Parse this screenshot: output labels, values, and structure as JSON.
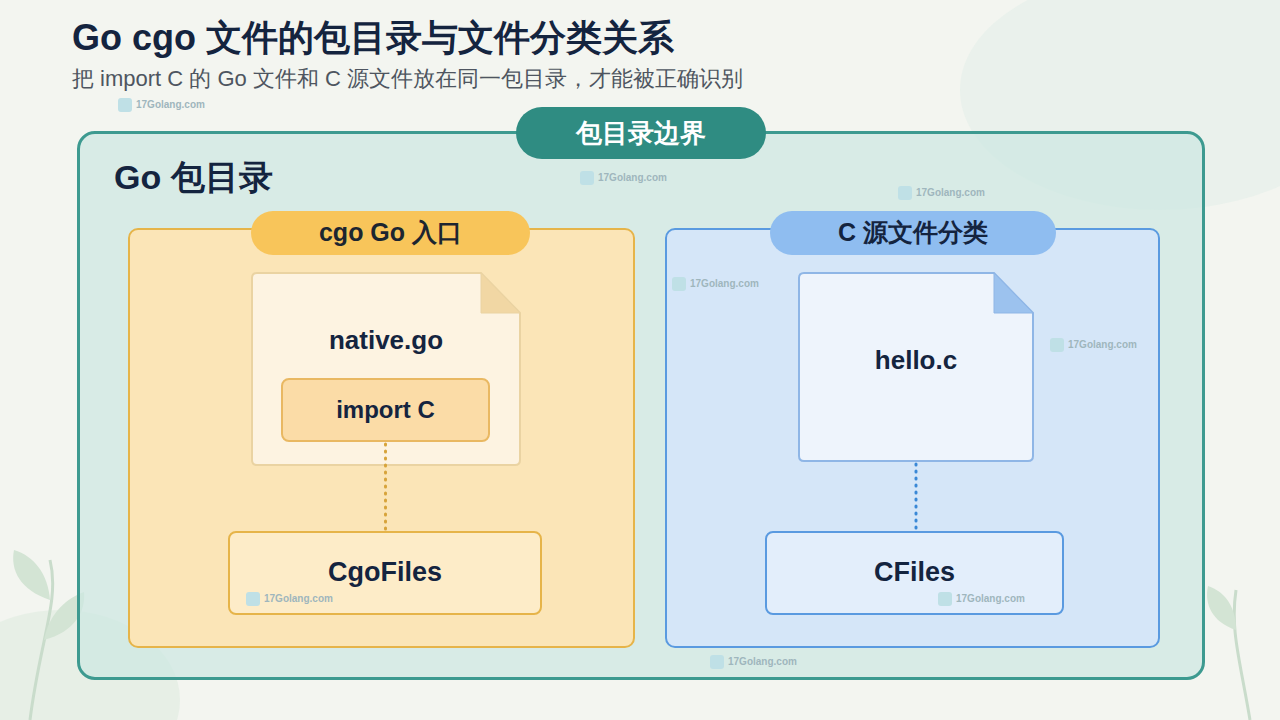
{
  "diagram": {
    "title": "Go cgo 文件的包目录与文件分类关系",
    "caption": "把 import C 的 Go 文件和 C 源文件放在同一包目录，才能被正确识别",
    "nodes": [
      {
        "text": [
          "包目录边界",
          "Go 包目录"
        ]
      },
      {
        "text": [
          "cgo Go 入口"
        ],
        "in": 0
      },
      {
        "text": [
          "native.go"
        ],
        "in": 1
      },
      {
        "text": [
          "import C"
        ],
        "in": 2
      },
      {
        "text": [
          "CgoFiles"
        ],
        "in": 1
      },
      {
        "text": [
          "C 源文件分类"
        ],
        "in": 0
      },
      {
        "text": [
          "hello.c"
        ],
        "in": 5
      },
      {
        "text": [
          "CFiles"
        ],
        "in": 5
      }
    ],
    "edges": [
      {
        "from": 3,
        "to": 4,
        "arrow": "none"
      },
      {
        "from": 6,
        "to": 7,
        "arrow": "none"
      }
    ],
    "labels": [
      "17Golang.com",
      "17Golang.com",
      "17Golang.com",
      "17Golang.com",
      "17Golang.com",
      "17Golang.com",
      "17Golang.com",
      "17Golang.com"
    ]
  }
}
